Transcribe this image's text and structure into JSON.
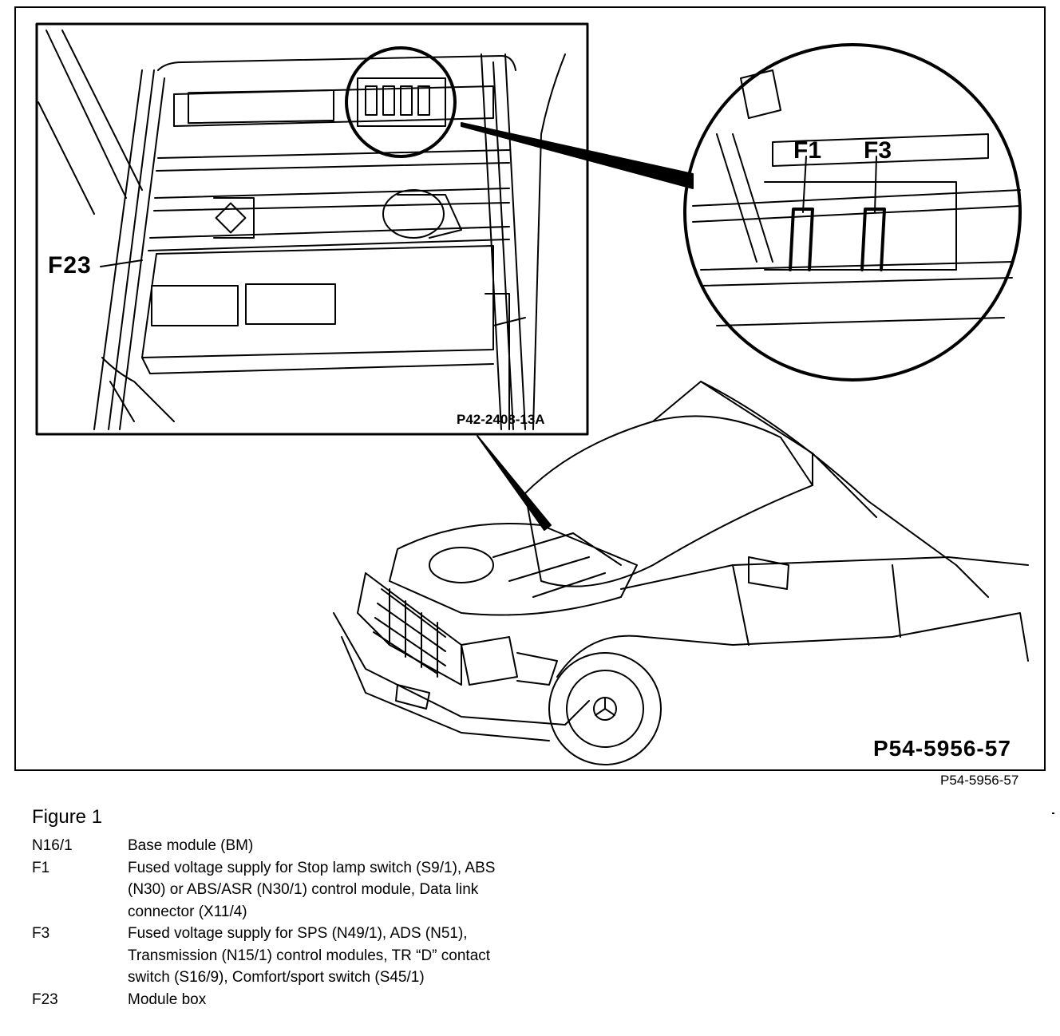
{
  "figure": {
    "title": "Figure 1",
    "outer_code": "P54-5956-57",
    "main_code": "P54-5956-57",
    "inset_code": "P42-2408-13A"
  },
  "callouts": {
    "f23": "F23",
    "f1": "F1",
    "f3": "F3"
  },
  "legend": [
    {
      "code": "N16/1",
      "desc": "Base module (BM)"
    },
    {
      "code": "F1",
      "desc": "Fused voltage supply for Stop lamp switch (S9/1), ABS (N30) or ABS/ASR (N30/1) control module, Data link connector (X11/4)"
    },
    {
      "code": "F3",
      "desc": "Fused voltage supply for SPS (N49/1), ADS (N51), Transmission (N15/1) control modules, TR “D” contact switch (S16/9), Comfort/sport switch (S45/1)"
    },
    {
      "code": "F23",
      "desc": "Module box"
    }
  ]
}
